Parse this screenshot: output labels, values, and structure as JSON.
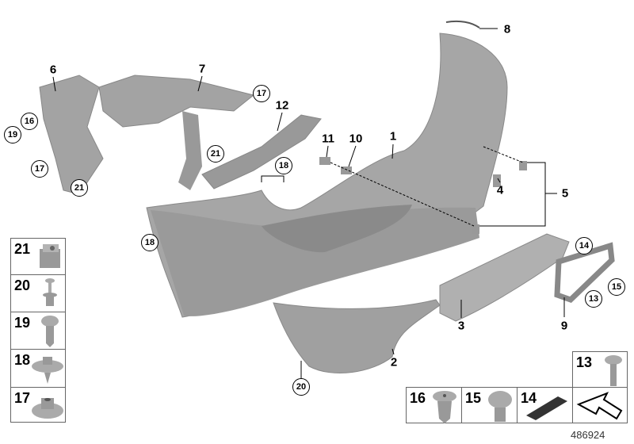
{
  "diagram_id": "486924",
  "callouts": [
    {
      "label": "8",
      "circled": false
    },
    {
      "label": "6",
      "circled": false
    },
    {
      "label": "7",
      "circled": false
    },
    {
      "label": "12",
      "circled": false
    },
    {
      "label": "11",
      "circled": false
    },
    {
      "label": "10",
      "circled": false
    },
    {
      "label": "1",
      "circled": false
    },
    {
      "label": "5",
      "circled": false
    },
    {
      "label": "4",
      "circled": false
    },
    {
      "label": "3",
      "circled": false
    },
    {
      "label": "2",
      "circled": false
    },
    {
      "label": "9",
      "circled": false
    },
    {
      "label": "17",
      "circled": true
    },
    {
      "label": "19",
      "circled": true
    },
    {
      "label": "16",
      "circled": true
    },
    {
      "label": "21",
      "circled": true
    },
    {
      "label": "18",
      "circled": true
    },
    {
      "label": "17",
      "circled": true
    },
    {
      "label": "21",
      "circled": true
    },
    {
      "label": "18",
      "circled": true
    },
    {
      "label": "14",
      "circled": true
    },
    {
      "label": "15",
      "circled": true
    },
    {
      "label": "13",
      "circled": true
    },
    {
      "label": "20",
      "circled": true
    }
  ],
  "legend_left": [
    {
      "label": "21",
      "part": "clip-nut"
    },
    {
      "label": "20",
      "part": "expanding-rivet"
    },
    {
      "label": "19",
      "part": "torx-screw"
    },
    {
      "label": "18",
      "part": "washer-screw"
    },
    {
      "label": "17",
      "part": "washer-nut"
    }
  ],
  "legend_bottom": [
    {
      "label": "16",
      "part": "plastic-rivet"
    },
    {
      "label": "15",
      "part": "pan-screw"
    },
    {
      "label": "14",
      "part": "foam-pad"
    },
    {
      "label": "13",
      "part": "oval-screw"
    }
  ],
  "colors": {
    "part": "#a3a3a3",
    "part_dark": "#7d7d7d",
    "line": "#000000"
  }
}
